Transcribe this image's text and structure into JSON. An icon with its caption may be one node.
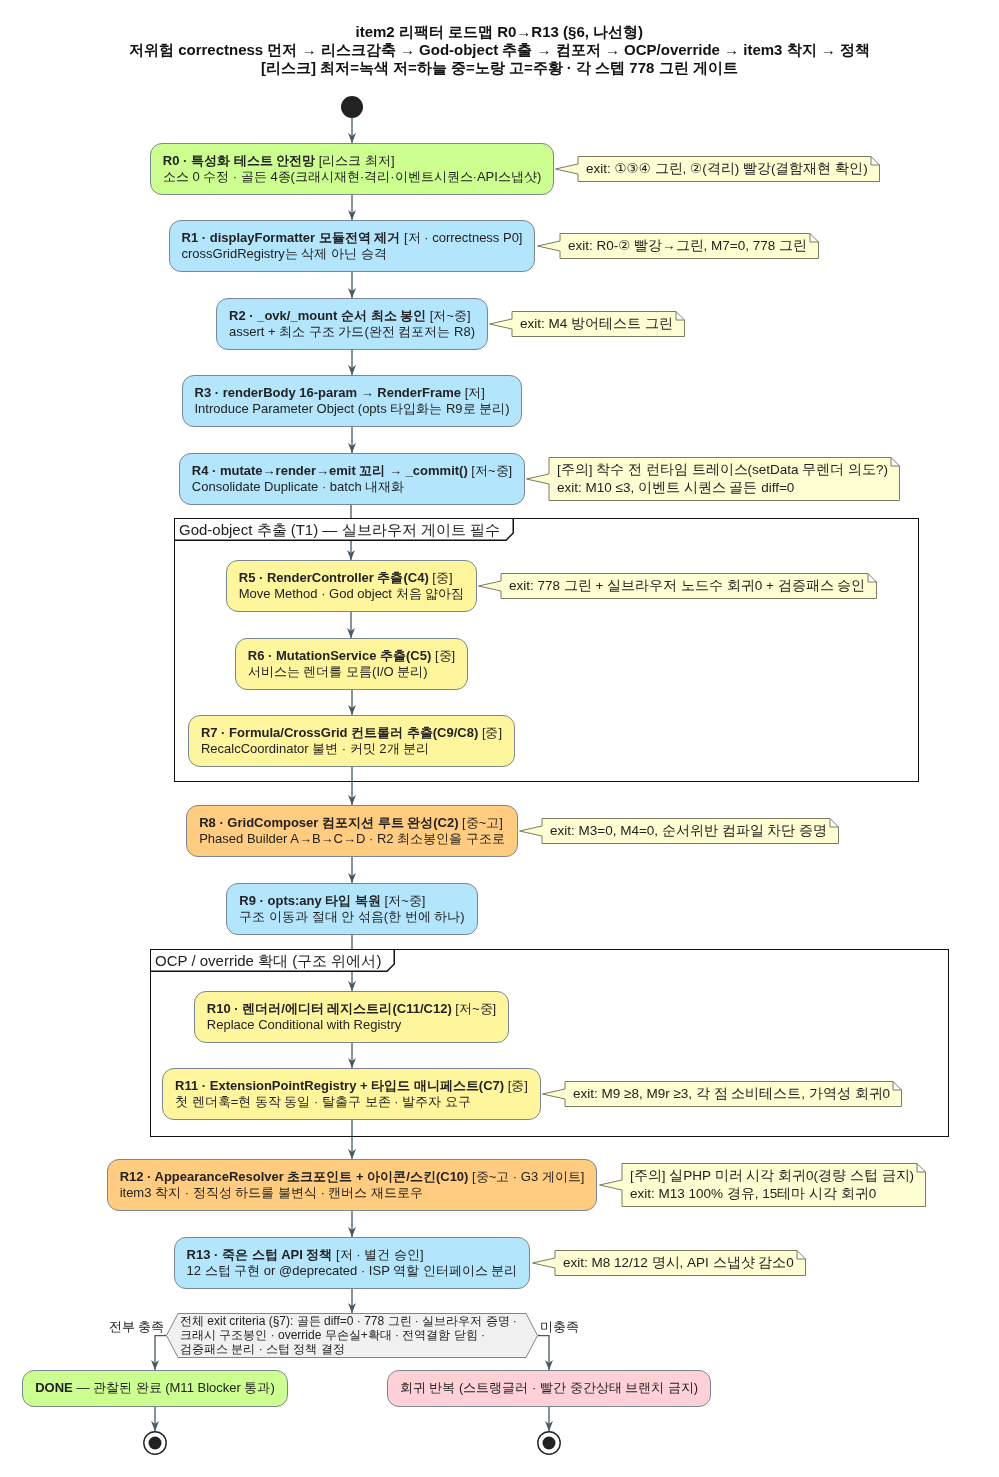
{
  "diagram": {
    "title": "item2 리팩터 로드맵 R0→R13 (§6, 나선형)",
    "nodes": [
      {
        "text": [],
        "shape": "circle"
      },
      {
        "text": [
          "**R0 · 특성화 테스트 안전망** [리스크 최저]",
          "소스 0 수정 · 골든 4종(크래시재현·격리·이벤트시퀀스·API스냅샷)"
        ]
      },
      {
        "text": [
          "exit: ①③④ 그린, ②(격리) 빨강(결함재현 확인)"
        ]
      },
      {
        "text": [
          "**R1 · displayFormatter 모듈전역 제거** [저 · correctness P0]",
          "crossGridRegistry는 삭제 아닌 승격"
        ]
      },
      {
        "text": [
          "exit: R0-② 빨강→그린, M7=0, 778 그린"
        ]
      },
      {
        "text": [
          "**R2 · _ovk/_mount 순서 최소 봉인** [저~중]",
          "assert + 최소 구조 가드(완전 컴포저는 R8)"
        ]
      },
      {
        "text": [
          "exit: M4 방어테스트 그린"
        ]
      },
      {
        "text": [
          "**R3 · renderBody 16-param → RenderFrame** [저]",
          "Introduce Parameter Object (opts 타입화는 R9로 분리)"
        ]
      },
      {
        "text": [
          "**R4 · mutate→render→emit 꼬리 → _commit()** [저~중]",
          "Consolidate Duplicate · batch 내재화"
        ]
      },
      {
        "text": [
          "[주의] 착수 전 런타임 트레이스(setData 무렌더 의도?)",
          "exit: M10 ≤3, 이벤트 시퀀스 골든 diff=0"
        ]
      },
      {
        "text": [
          "God-object 추출 (T1) — 실브라우저 게이트 필수"
        ]
      },
      {
        "text": [
          "**R5 · RenderController 추출(C4)** [중]",
          "Move Method · God object 처음 얇아짐"
        ],
        "in": 10
      },
      {
        "text": [
          "exit: 778 그린 + 실브라우저 노드수 회귀0 + 검증패스 승인"
        ],
        "in": 10
      },
      {
        "text": [
          "**R6 · MutationService 추출(C5)** [중]",
          "서비스는 렌더를 모름(I/O 분리)"
        ],
        "in": 10
      },
      {
        "text": [
          "**R7 · Formula/CrossGrid 컨트롤러 추출(C9/C8)** [중]",
          "RecalcCoordinator 불변 · 커밋 2개 분리"
        ],
        "in": 10
      },
      {
        "text": [
          "**R8 · GridComposer 컴포지션 루트 완성(C2)** [중~고]",
          "Phased Builder A→B→C→D · R2 최소봉인을 구조로"
        ]
      },
      {
        "text": [
          "exit: M3=0, M4=0, 순서위반 컴파일 차단 증명"
        ]
      },
      {
        "text": [
          "**R9 · opts:any 타입 복원** [저~중]",
          "구조 이동과 절대 안 섞음(한 번에 하나)"
        ]
      },
      {
        "text": [
          "OCP / override 확대 (구조 위에서)"
        ]
      },
      {
        "text": [
          "**R10 · 렌더러/에디터 레지스트리(C11/C12)** [저~중]",
          "Replace Conditional with Registry"
        ],
        "in": 18
      },
      {
        "text": [
          "**R11 · ExtensionPointRegistry + 타입드 매니페스트(C7)** [중]",
          "첫 렌더훅=현 동작 동일 · 탈출구 보존 · 발주자 요구"
        ],
        "in": 18
      },
      {
        "text": [
          "exit: M9 ≥8, M9r ≥3, 각 점 소비테스트, 가역성 회귀0"
        ],
        "in": 18
      },
      {
        "text": [
          "**R12 · AppearanceResolver 초크포인트 + 아이콘/스킨(C10)** [중~고 · G3 게이트]",
          "item3 착지 · 정직성 하드룰 불변식 · 캔버스 재드로우"
        ]
      },
      {
        "text": [
          "[주의] 실PHP 미러 시각 회귀0(경량 스텁 금지)",
          "exit: M13 100% 경유, 15테마 시각 회귀0"
        ]
      },
      {
        "text": [
          "**R13 · 죽은 스텁 API 정책** [저 · 별건 승인]",
          "12 스텁 구현 or @deprecated · ISP 역할 인터페이스 분리"
        ]
      },
      {
        "text": [
          "exit: M8 12/12 명시, API 스냅샷 감소0"
        ]
      },
      {
        "text": [
          "전체 exit criteria (§7): 골든 diff=0 · 778 그린 · 실브라우저 증명 · 크래시 구조봉인 · override 무손실+확대 · 전역결함 닫힘 · 검증패스 분리 · 스텁 정책 결정"
        ]
      },
      {
        "text": [
          "**DONE** — 관찰된 완료 (M11 Blocker 통과)"
        ]
      },
      {
        "text": [
          "회귀 반복 (스트랭글러 · 빨간 중간상태 브랜치 금지)"
        ]
      },
      {
        "text": [],
        "shape": "circle"
      },
      {
        "text": [],
        "shape": "circle"
      }
    ],
    "edges": [
      {
        "from": 0,
        "to": 1,
        "arrow": "to"
      },
      {
        "from": 1,
        "to": 3,
        "arrow": "to"
      },
      {
        "from": 3,
        "to": 5,
        "arrow": "to"
      },
      {
        "from": 5,
        "to": 7,
        "arrow": "to"
      },
      {
        "from": 7,
        "to": 8,
        "arrow": "to"
      },
      {
        "from": 8,
        "to": 11,
        "arrow": "to"
      },
      {
        "from": 11,
        "to": 13,
        "arrow": "to"
      },
      {
        "from": 13,
        "to": 14,
        "arrow": "to"
      },
      {
        "from": 14,
        "to": 15,
        "arrow": "to"
      },
      {
        "from": 15,
        "to": 17,
        "arrow": "to"
      },
      {
        "from": 17,
        "to": 19,
        "arrow": "to"
      },
      {
        "from": 19,
        "to": 20,
        "arrow": "to"
      },
      {
        "from": 20,
        "to": 22,
        "arrow": "to"
      },
      {
        "from": 22,
        "to": 24,
        "arrow": "to"
      },
      {
        "from": 24,
        "to": 26,
        "arrow": "to"
      },
      {
        "from": 26,
        "to": 27,
        "arrow": "to",
        "label": "전부 충족"
      },
      {
        "from": 26,
        "to": 28,
        "arrow": "to",
        "label": "미충족"
      },
      {
        "from": 27,
        "to": 29,
        "arrow": "to"
      },
      {
        "from": 28,
        "to": 30,
        "arrow": "to"
      }
    ],
    "labels": [
      "저위험 correctness 먼저 → 리스크감축 → God-object 추출 → 컴포저 → OCP/override → item3 착지 → 정책",
      "[리스크] 최저=녹색 저=하늘 중=노랑 고=주황 · 각 스텝 778 그린 게이트"
    ]
  }
}
